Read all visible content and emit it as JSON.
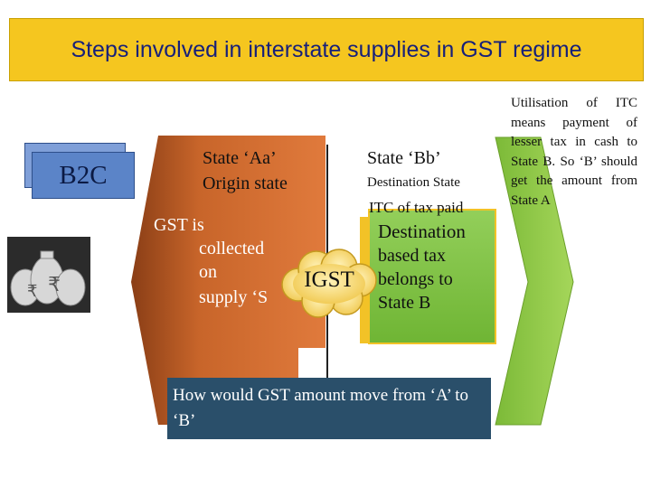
{
  "title": "Steps involved in interstate supplies in GST regime",
  "b2c_label": "B2C",
  "origin": {
    "state_name": "State ‘Aa’",
    "state_desc": "Origin state",
    "gst_lines": [
      "GST is",
      "collected",
      "on",
      "supply ‘S"
    ]
  },
  "destination": {
    "state_name": "State ‘Bb’",
    "state_desc": "Destination State",
    "itc_text": "ITC of tax paid",
    "tax_lines": [
      "Destination",
      "based tax",
      "belongs to",
      "State B"
    ]
  },
  "igst_label": "IGST",
  "question": "How would GST amount move from ‘A’ to ‘B’",
  "note": "Utilisation of ITC means payment of lesser tax in cash to State B. So ‘B’ should get the amount from State A",
  "colors": {
    "title_bg": "#f5c61f",
    "title_text": "#17207a",
    "origin_arrow": "#c8652a",
    "destination_box": "#7dc142",
    "right_arrow": "#8cc63f",
    "caption_bg": "#2a4f6a"
  }
}
